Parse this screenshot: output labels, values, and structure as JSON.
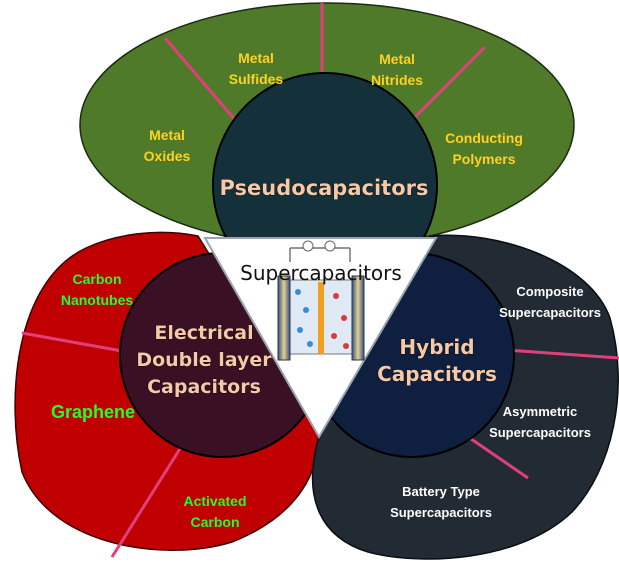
{
  "colors": {
    "pseudo_outer": "#4f7a2a",
    "pseudo_inner": "#14303a",
    "edlc_outer": "#c00000",
    "edlc_inner": "#3a1124",
    "hybrid_outer": "#222a33",
    "hybrid_inner": "#0f1f40",
    "divider": "#e0407a",
    "pseudo_text": "#ffd21f",
    "edlc_text": "#22ff22",
    "hybrid_text": "#ffffff"
  },
  "center": {
    "title": "Supercapacitors",
    "icon": "supercapacitor-cell-icon"
  },
  "pseudocapacitors": {
    "hub": "Pseudocapacitors",
    "items": [
      [
        "Metal",
        "Oxides"
      ],
      [
        "Metal",
        "Sulfides"
      ],
      [
        "Metal",
        "Nitrides"
      ],
      [
        "Conducting",
        "Polymers"
      ]
    ]
  },
  "edlc": {
    "hub": [
      "Electrical",
      "Double layer",
      "Capacitors"
    ],
    "items": [
      [
        "Carbon",
        "Nanotubes"
      ],
      [
        "Graphene"
      ],
      [
        "Activated",
        "Carbon"
      ]
    ]
  },
  "hybrid": {
    "hub": [
      "Hybrid",
      "Capacitors"
    ],
    "items": [
      [
        "Composite",
        "Supercapacitors"
      ],
      [
        "Asymmetric",
        "Supercapacitors"
      ],
      [
        "Battery Type",
        "Supercapacitors"
      ]
    ]
  }
}
